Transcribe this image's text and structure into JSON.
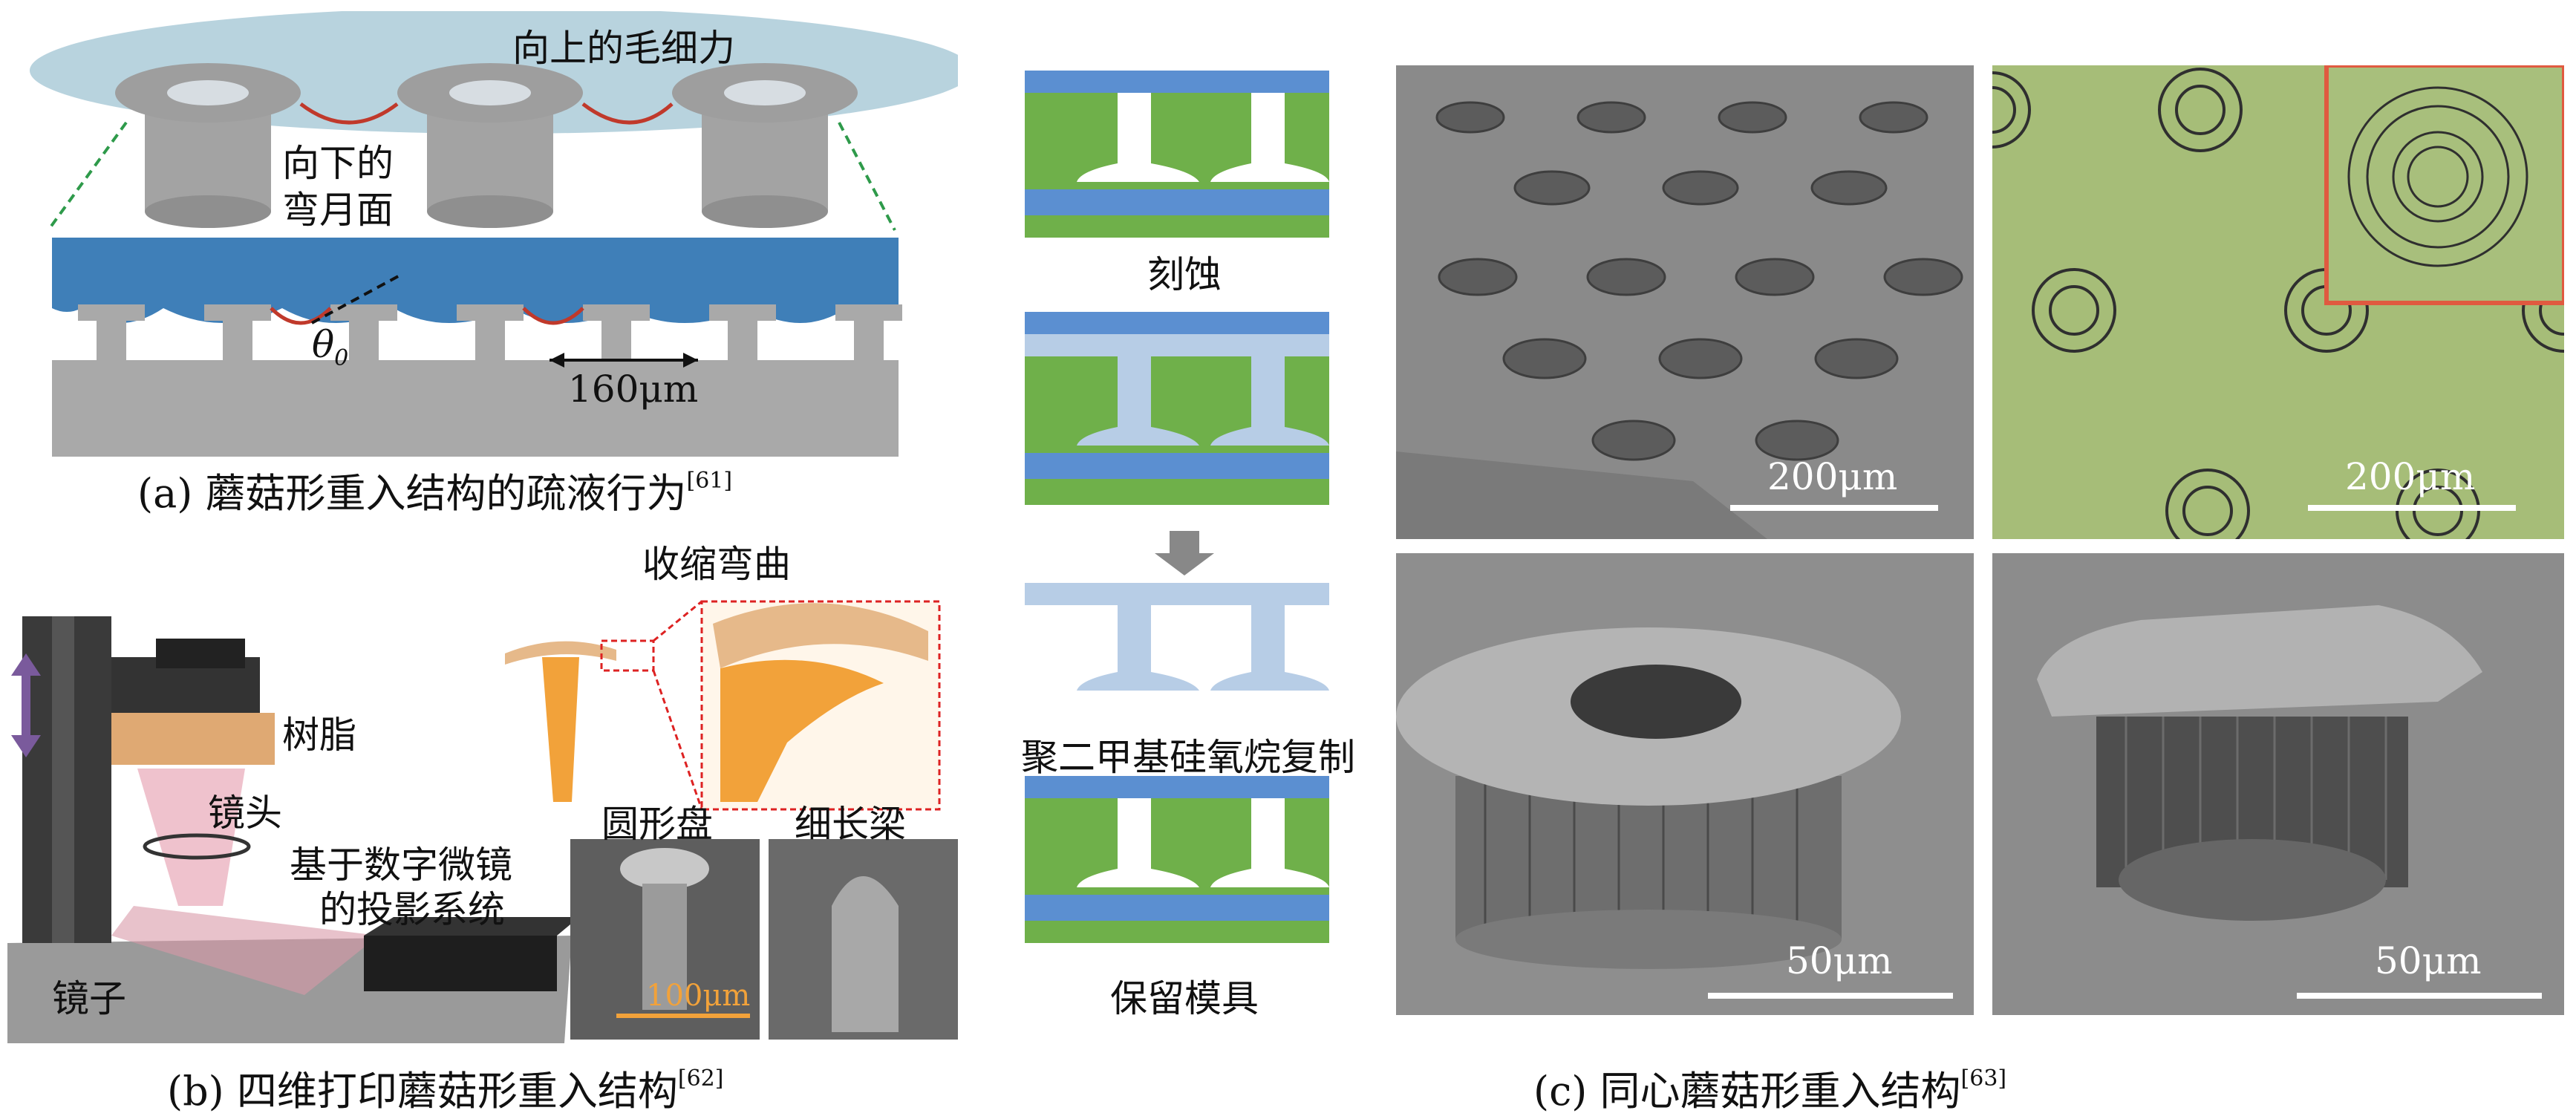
{
  "panel_a": {
    "label_capillary": "向上的毛细力",
    "label_meniscus_1": "向下的",
    "label_meniscus_2": "弯月面",
    "label_theta": "θ",
    "label_theta_sub": "0",
    "scale": "160μm",
    "caption": "(a) 蘑菇形重入结构的疏液行为",
    "caption_ref": "[61]"
  },
  "panel_b": {
    "label_shrink": "收缩弯曲",
    "label_resin": "树脂",
    "label_lens": "镜头",
    "label_dmd_1": "基于数字微镜",
    "label_dmd_2": "的投影系统",
    "label_mirror": "镜子",
    "label_disc": "圆形盘",
    "label_beam": "细长梁",
    "scale": "100μm",
    "caption": "(b) 四维打印蘑菇形重入结构",
    "caption_ref": "[62]"
  },
  "panel_c": {
    "step_etch": "刻蚀",
    "step_pdms": "聚二甲基硅氧烷复制",
    "step_keep": "保留模具",
    "scale_top_left": "200μm",
    "scale_top_right": "200μm",
    "scale_bottom_left": "50μm",
    "scale_bottom_right": "50μm",
    "caption": "(c) 同心蘑菇形重入结构",
    "caption_ref": "[63]"
  },
  "colors": {
    "liquid_top": "#b8d3de",
    "liquid_blue": "#3f7fb8",
    "pillar_gray": "#a9a9a9",
    "meniscus_red": "#c0392b",
    "mold_green": "#6fb04a",
    "mold_blue": "#5b8fd1",
    "pdms_lightblue": "#b7cde6",
    "optical_green": "#a9c07a",
    "orange_struct": "#f2a23a"
  }
}
